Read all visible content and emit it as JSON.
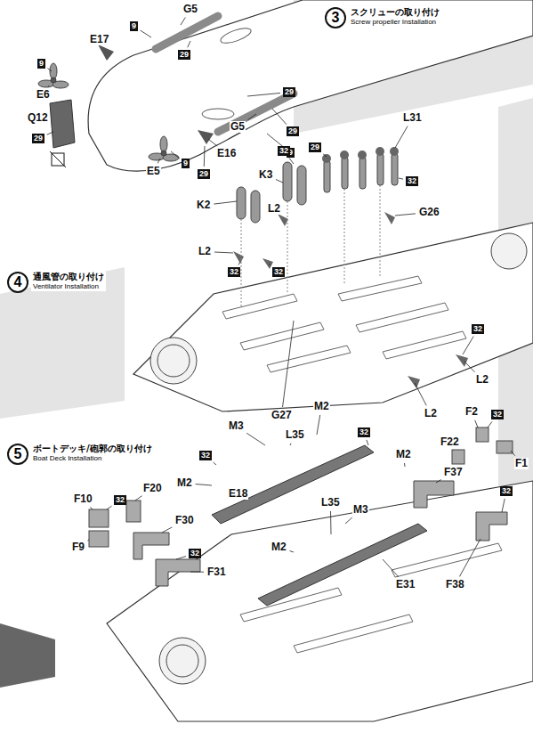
{
  "diagram": {
    "nodes": [
      {
        "text": [
          "3",
          "スクリューの取り付け",
          "Screw propeller Installation"
        ]
      },
      {
        "text": [
          "4",
          "通風管の取り付け",
          "Ventilator Installation"
        ]
      },
      {
        "text": [
          "5",
          "ボートデッキ/砲郭の取り付け",
          "Boat Deck Installation"
        ]
      }
    ],
    "labels": [
      "G5",
      "9",
      "29",
      "E17",
      "9",
      "E6",
      "Q12",
      "29",
      "29",
      "G5",
      "29",
      "E16",
      "E5",
      "9",
      "29",
      "9",
      "L31",
      "29",
      "K3",
      "32",
      "32",
      "K2",
      "L2",
      "L2",
      "32",
      "32",
      "G26",
      "32",
      "L2",
      "L2",
      "G27",
      "M2",
      "M3",
      "32",
      "L35",
      "32",
      "M2",
      "F2",
      "32",
      "F22",
      "F1",
      "F37",
      "M2",
      "E18",
      "F20",
      "F10",
      "32",
      "F9",
      "F30",
      "32",
      "F31",
      "M2",
      "L35",
      "M3",
      "32",
      "E31",
      "F38"
    ]
  }
}
